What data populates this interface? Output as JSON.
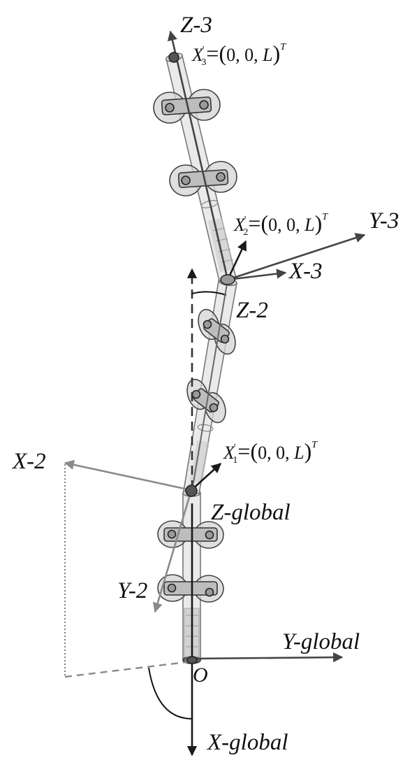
{
  "frames": {
    "z3": "Z-3",
    "y3": "Y-3",
    "x3": "X-3",
    "z2": "Z-2",
    "x2": "X-2",
    "y2": "Y-2",
    "z_global": "Z-global",
    "y_global": "Y-global",
    "x_global": "X-global",
    "origin": "O"
  },
  "points": [
    {
      "name": "X",
      "sub": "3",
      "sup": "'",
      "open": "=(",
      "value": "0, 0, ",
      "var": "L",
      "close": ")",
      "transpose": "T"
    },
    {
      "name": "X",
      "sub": "2",
      "sup": "'",
      "open": "=(",
      "value": "0, 0, ",
      "var": "L",
      "close": ")",
      "transpose": "T"
    },
    {
      "name": "X",
      "sub": "1",
      "sup": "'",
      "open": "=(",
      "value": "0, 0, ",
      "var": "L",
      "close": ")",
      "transpose": "T"
    }
  ],
  "colors": {
    "dark_axis": "#444444",
    "gray_axis": "#8a8a8a",
    "tube_fill": "#e6e6e6"
  }
}
